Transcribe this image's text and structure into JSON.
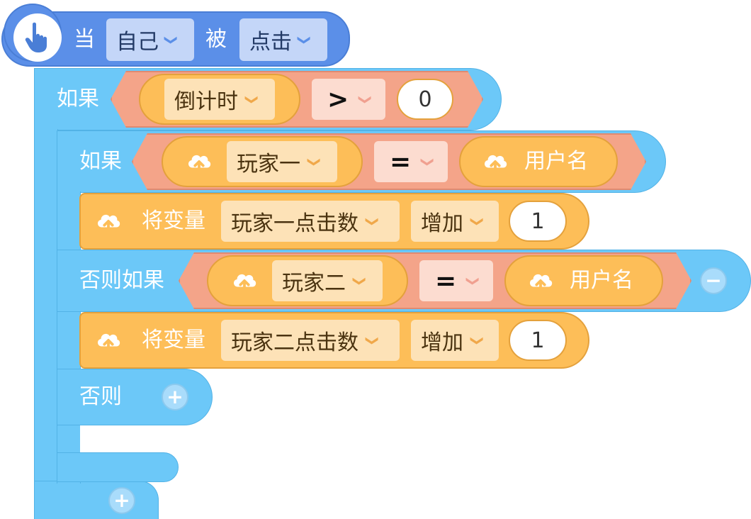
{
  "event": {
    "when": "当",
    "target": "自己",
    "by": "被",
    "action": "点击",
    "icon": "hand-pointer-icon"
  },
  "if_outer": {
    "label": "如果",
    "condition": {
      "variable": "倒计时",
      "operator": ">",
      "value": "0"
    },
    "add": "+"
  },
  "if_inner": {
    "label": "如果",
    "condition": {
      "icon": "cloud-upload-icon",
      "variable": "玩家一",
      "operator": "=",
      "right_label": "用户名"
    },
    "body": {
      "prefix": "将变量",
      "variable": "玩家一点击数",
      "op": "增加",
      "amount": "1"
    }
  },
  "elseif": {
    "label": "否则如果",
    "condition": {
      "variable": "玩家二",
      "operator": "=",
      "right_label": "用户名"
    },
    "remove": "−",
    "body": {
      "prefix": "将变量",
      "variable": "玩家二点击数",
      "op": "增加",
      "amount": "1"
    }
  },
  "else": {
    "label": "否则",
    "add": "+"
  },
  "colors": {
    "event": "#5b8fe8",
    "control": "#6cc8f8",
    "boolean": "#f4a489",
    "cloud_variable": "#fdbe58"
  }
}
